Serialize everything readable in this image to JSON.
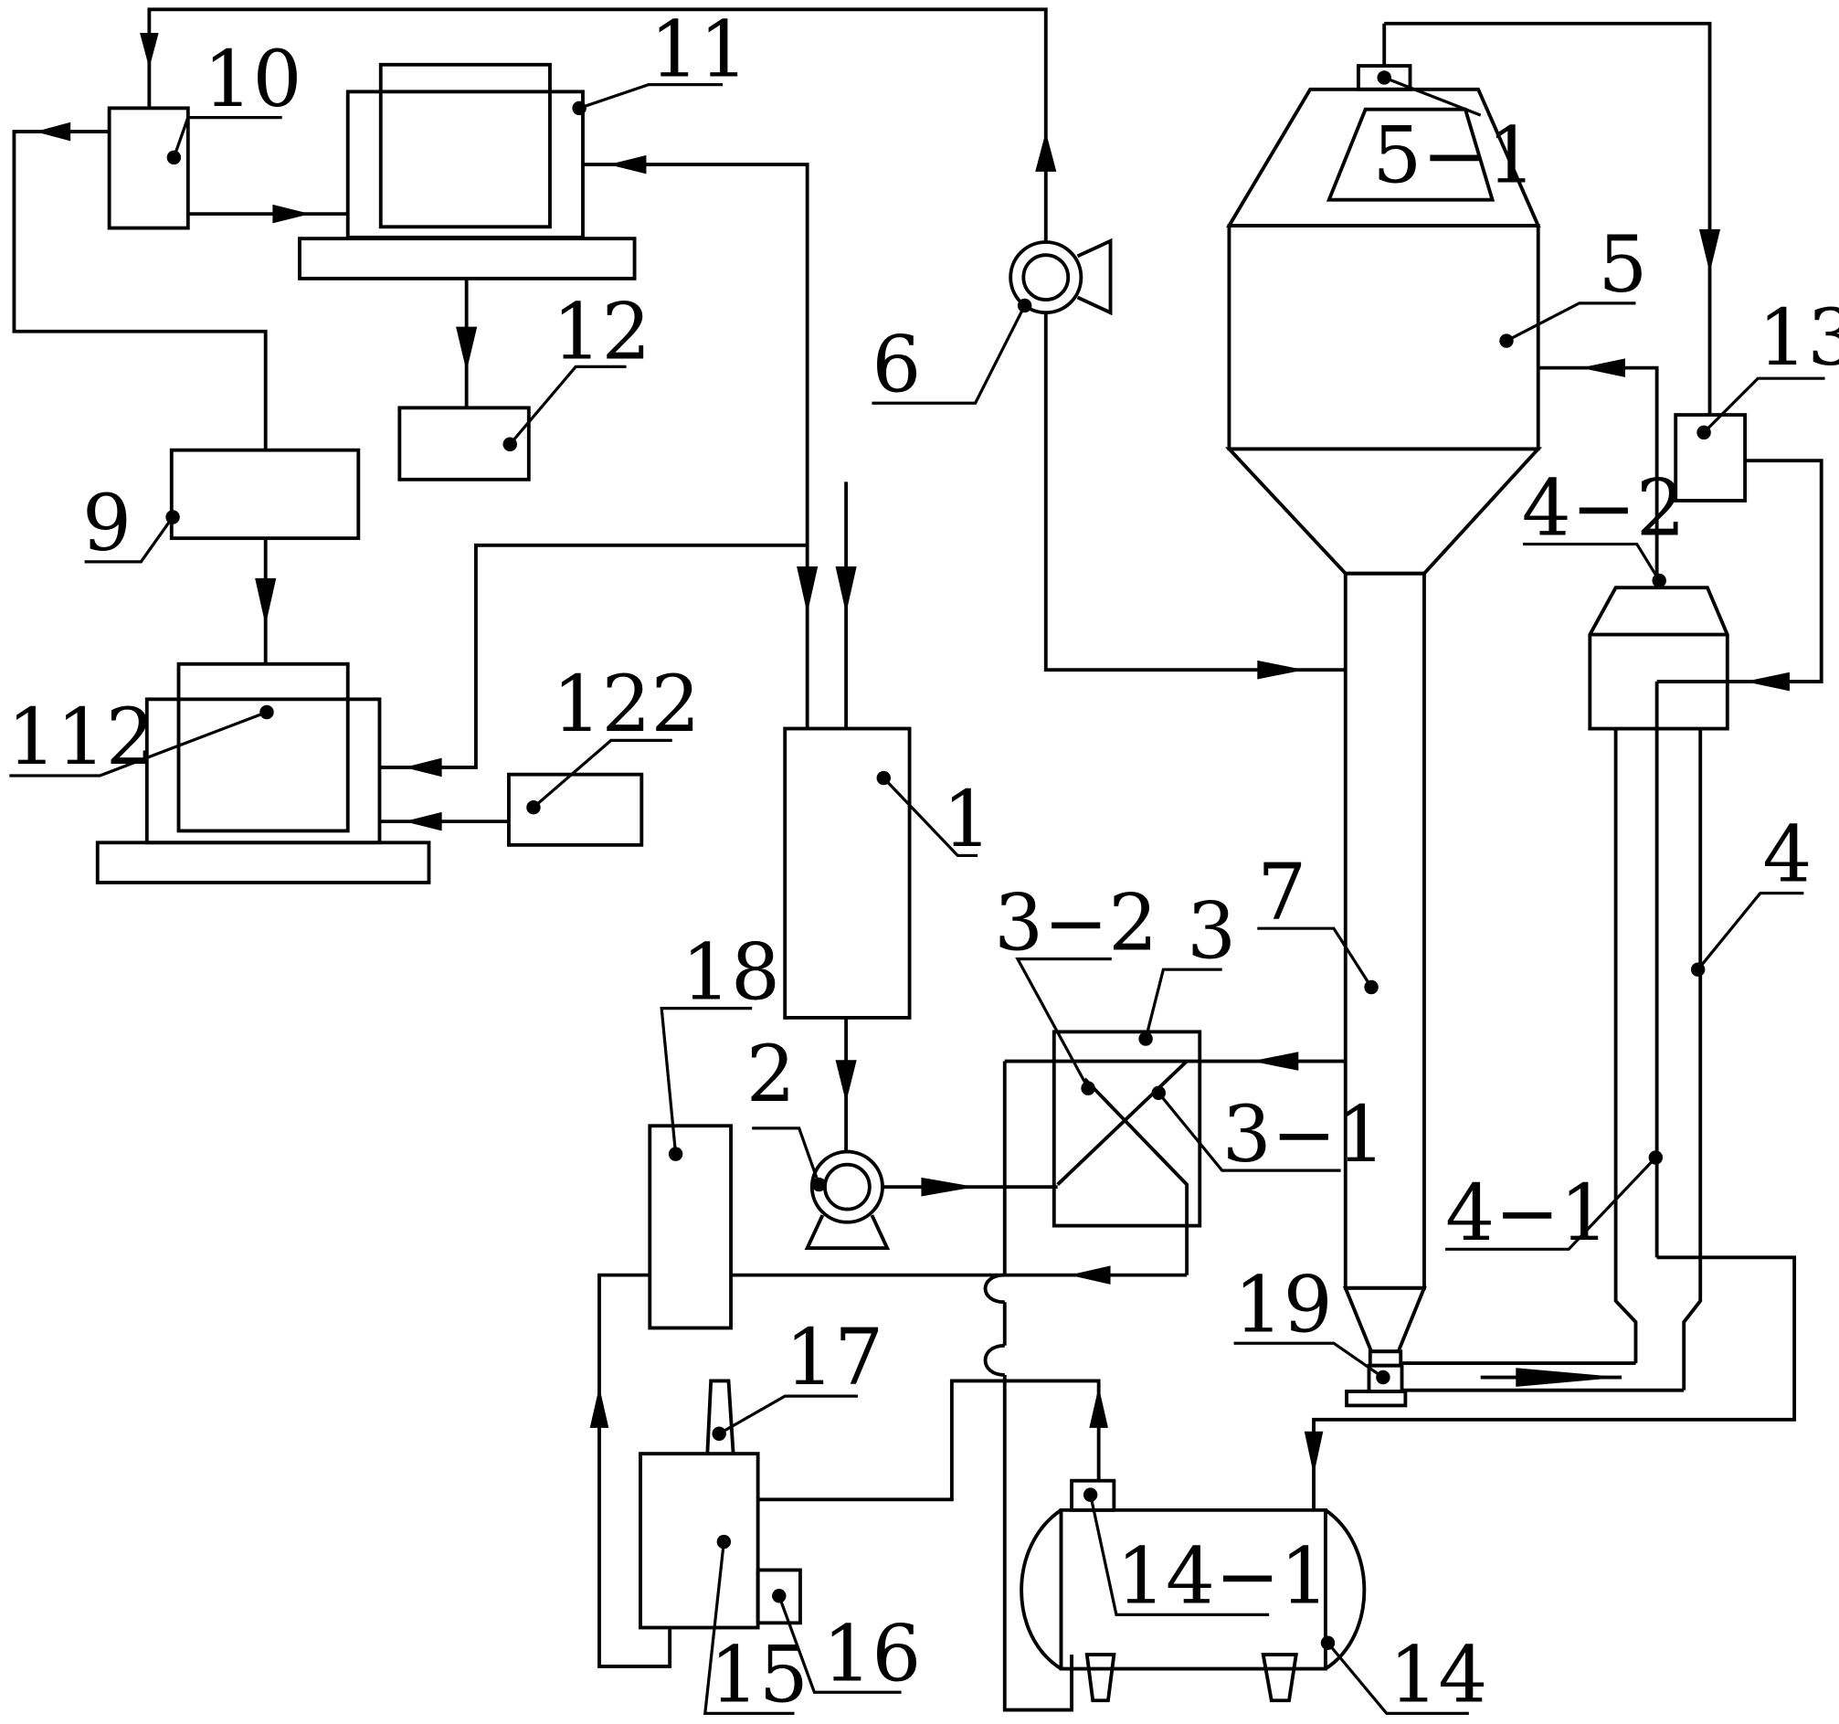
{
  "labels": {
    "l1": "1",
    "l2": "2",
    "l3": "3",
    "l3_1": "3−1",
    "l3_2": "3−2",
    "l4": "4",
    "l4_1": "4−1",
    "l4_2": "4−2",
    "l5": "5",
    "l5_1": "5−1",
    "l6": "6",
    "l7": "7",
    "l9": "9",
    "l10": "10",
    "l11": "11",
    "l12": "12",
    "l13": "13",
    "l14": "14",
    "l14_1": "14−1",
    "l15": "15",
    "l16": "16",
    "l17": "17",
    "l18": "18",
    "l19": "19",
    "l112": "112",
    "l122": "122"
  },
  "colors": {
    "line": "#000000",
    "background": "#ffffff"
  }
}
